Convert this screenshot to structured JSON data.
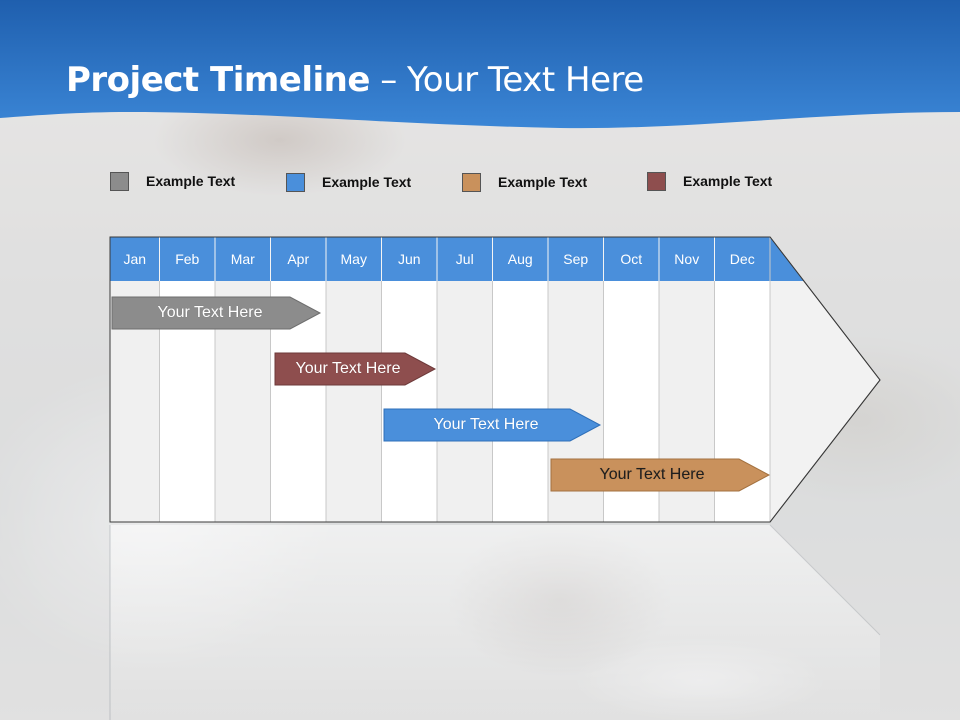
{
  "slide": {
    "title_bold": "Project Timeline",
    "title_rest": " – Your Text Here"
  },
  "colors": {
    "header_blue": "#2e72c2",
    "month_blue": "#4a8fdb",
    "gray": "#8c8c8c",
    "blue": "#4a8fdb",
    "tan": "#c9915c",
    "maroon": "#8e4e4e"
  },
  "legend": [
    {
      "label": "Example Text",
      "color": "#8c8c8c"
    },
    {
      "label": "Example Text",
      "color": "#4a8fdb"
    },
    {
      "label": "Example Text",
      "color": "#c9915c"
    },
    {
      "label": "Example Text",
      "color": "#8e4e4e"
    }
  ],
  "months": [
    "Jan",
    "Feb",
    "Mar",
    "Apr",
    "May",
    "Jun",
    "Jul",
    "Aug",
    "Sep",
    "Oct",
    "Nov",
    "Dec"
  ],
  "tasks": [
    {
      "label": "Your  Text Here",
      "color": "#8c8c8c"
    },
    {
      "label": "Your  Text Here",
      "color": "#8e4e4e"
    },
    {
      "label": "Your  Text Here",
      "color": "#4a8fdb"
    },
    {
      "label": "Your  Text Here",
      "color": "#c9915c"
    }
  ]
}
